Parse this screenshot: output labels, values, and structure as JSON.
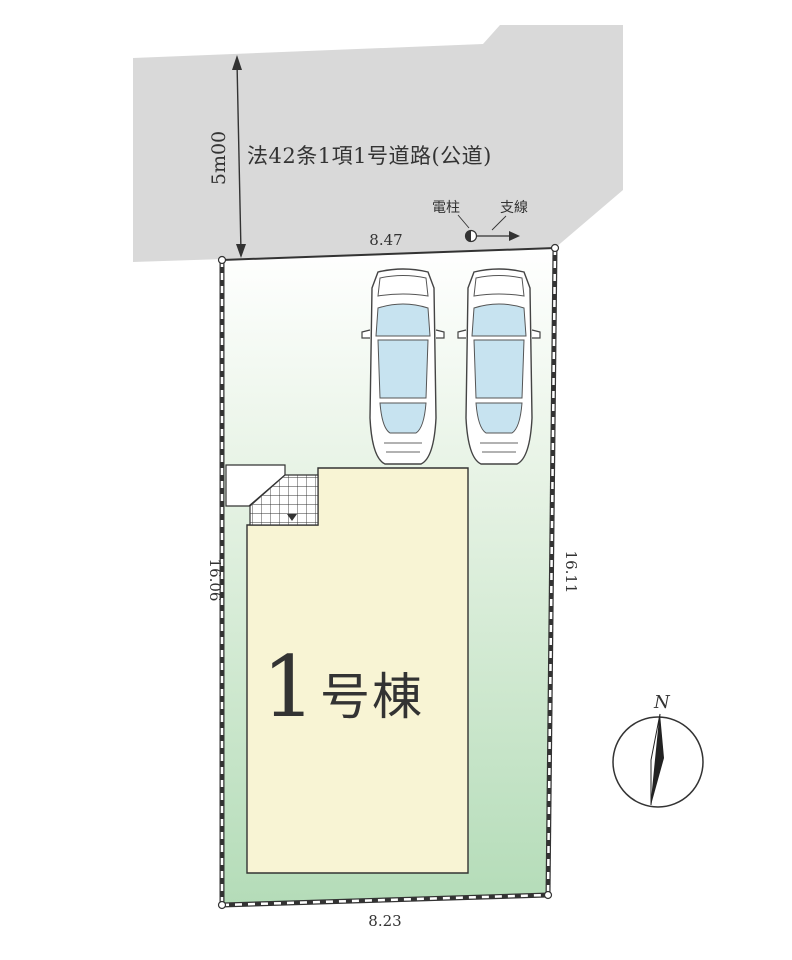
{
  "road": {
    "label": "法42条1項1号道路(公道)",
    "width": "5m00"
  },
  "utility": {
    "pole_label": "電柱",
    "guy_wire_label": "支線"
  },
  "dimensions": {
    "top": "8.47",
    "left": "16.06",
    "right": "16.11",
    "bottom": "8.23"
  },
  "house": {
    "number": "1",
    "label": "号棟"
  },
  "compass": {
    "north_label": "N"
  },
  "colors": {
    "road": "#d9d9d9",
    "site_top": "#ffffff",
    "site_bottom": "#b4dcb8",
    "house_fill": "#f8f4d4",
    "car_glass": "#c7e3f0"
  }
}
